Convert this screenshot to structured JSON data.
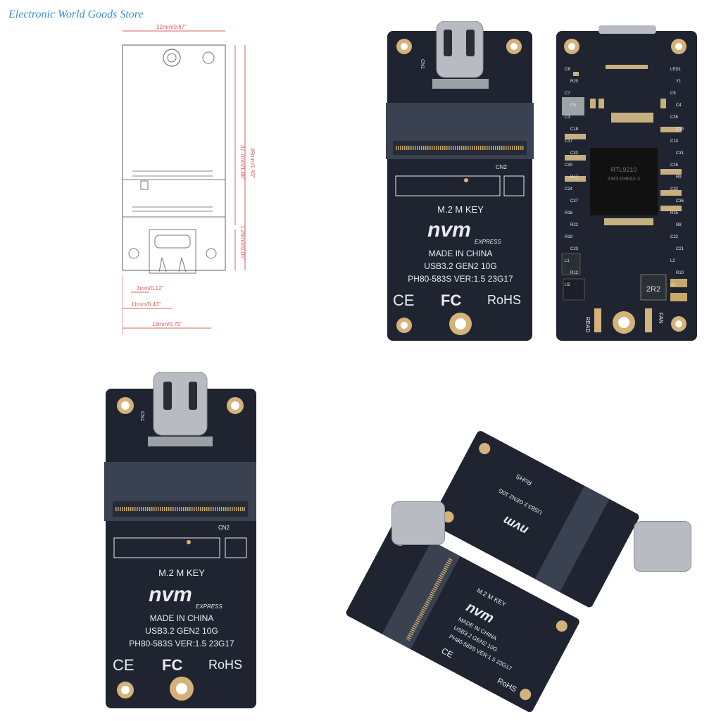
{
  "watermark": "Electronic World Goods Store",
  "dimensions": {
    "width_top": "22mm/0.87\"",
    "height_total": "49mm/1.93\"",
    "height_inner": "47.7mm/1.88\"",
    "height_small": "1.26mm/0.05\"",
    "off_3": "3mm/0.12\"",
    "off_11": "11mm/0.43\"",
    "off_19": "19mm/0.75\""
  },
  "board": {
    "cn1": "CN1",
    "cn2": "CN2",
    "key": "M.2 M KEY",
    "logo": "nvm",
    "logo_sub": "EXPRESS",
    "made": "MADE IN CHINA",
    "usb": "USB3.2 GEN2 10G",
    "model": "PH80-583S  VER:1.5   23G17",
    "ce": "CE",
    "fc": "FC",
    "rohs": "RoHS"
  },
  "back": {
    "chip": "RTL9210",
    "chip_sub": "2343 DHFA3 X",
    "inductor": "2R2",
    "read": "READ",
    "fan": "FAN",
    "labels": [
      "C8",
      "LED1",
      "R20",
      "Y1",
      "C7",
      "C5",
      "C6",
      "C4",
      "C3",
      "C35",
      "C18",
      "C19",
      "C17",
      "C13",
      "C33",
      "C31",
      "C30",
      "C25",
      "R17",
      "R9",
      "C24",
      "C32",
      "C37",
      "C36",
      "R16",
      "R15",
      "R22",
      "R8",
      "R19",
      "C22",
      "C23",
      "C21",
      "L1",
      "L2",
      "R12",
      "R10",
      "U2",
      "U1"
    ]
  }
}
